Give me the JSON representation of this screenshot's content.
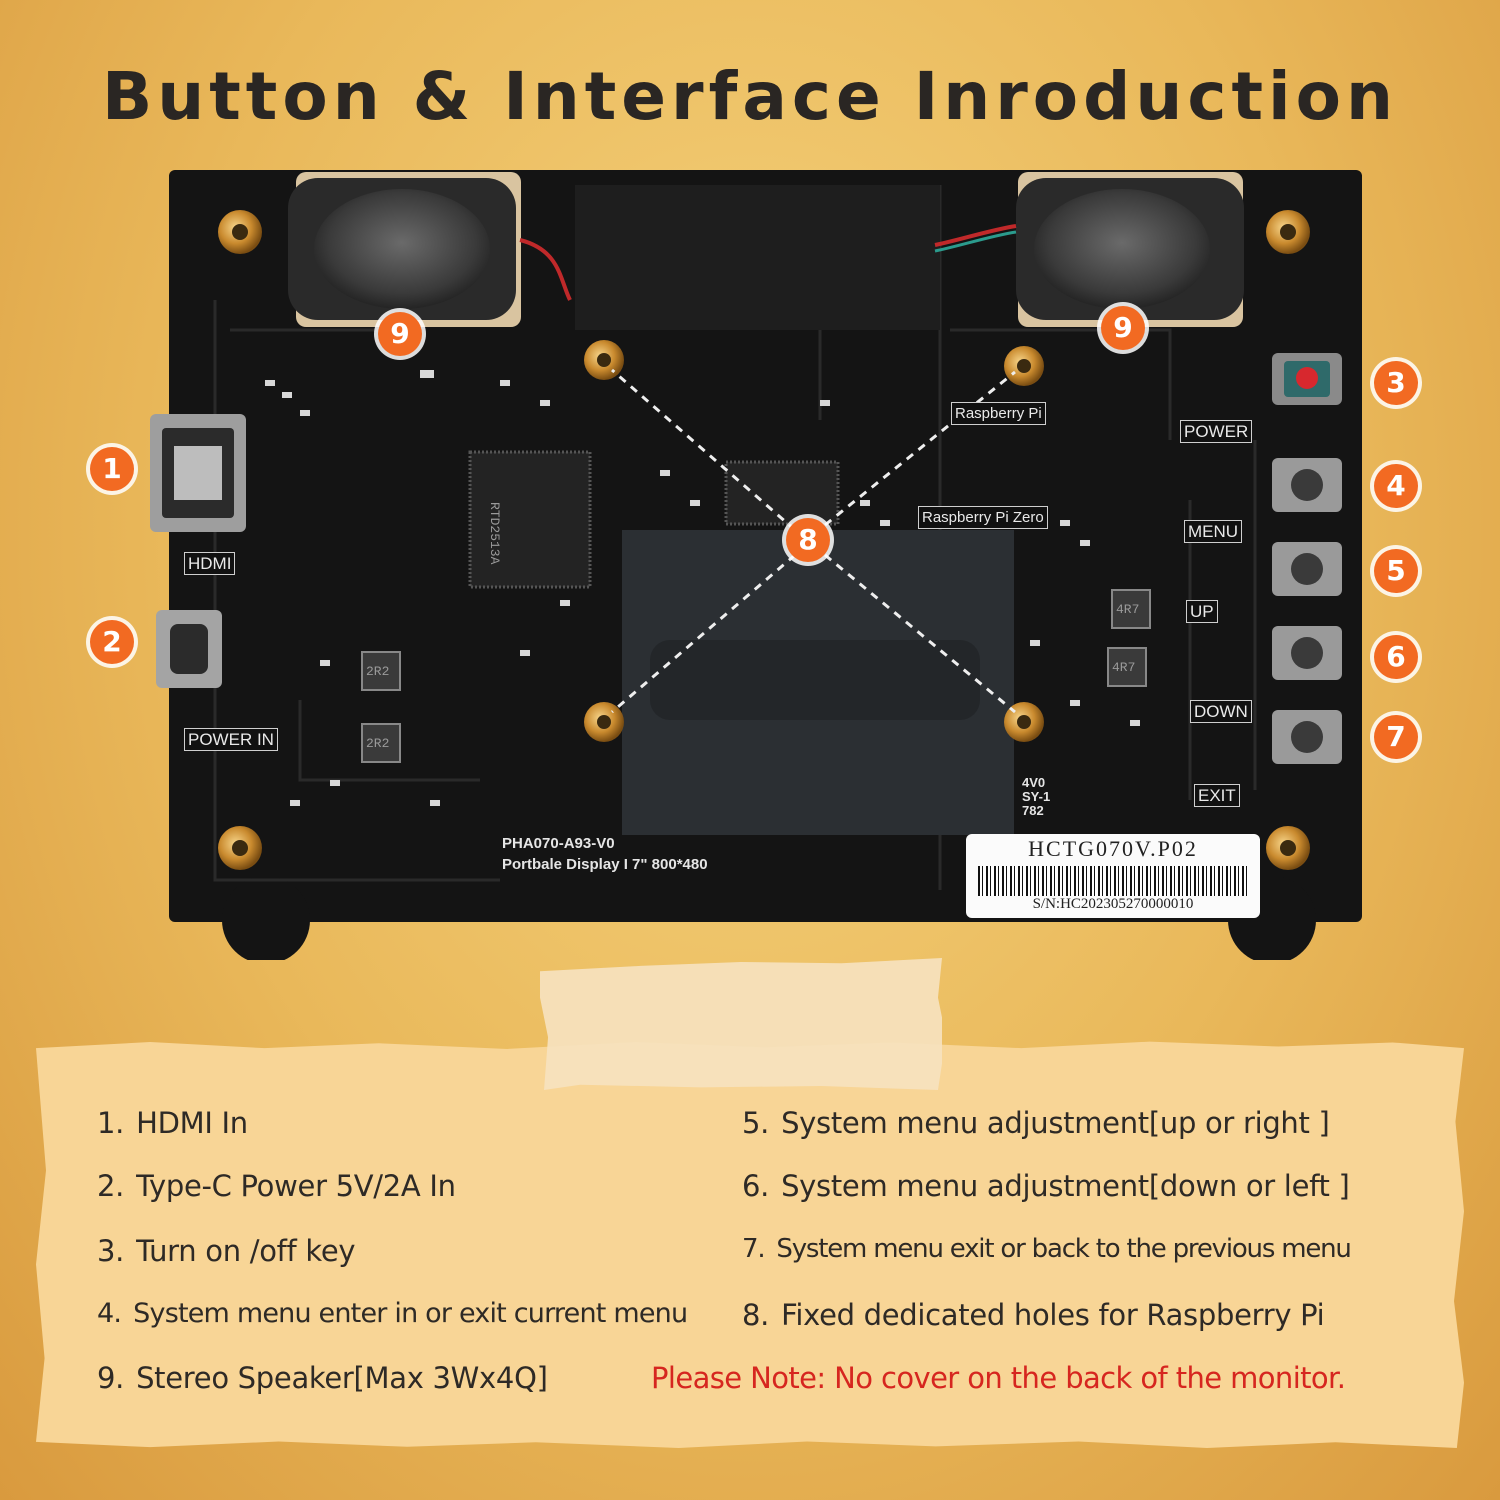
{
  "title": "Button & Interface Inroduction",
  "board": {
    "labels": {
      "hdmi": "HDMI",
      "power_in": "POWER IN",
      "power": "POWER",
      "menu": "MENU",
      "up": "UP",
      "down": "DOWN",
      "exit": "EXIT",
      "raspberry_pi": "Raspberry Pi",
      "raspberry_pi_zero": "Raspberry Pi Zero"
    },
    "silkscreen": {
      "model_line": "PHA070-A93-V0",
      "spec_line": "Portbale Display  I  7\"  800*480",
      "misc1": "4V0",
      "misc2": "SY-1",
      "misc3": "782"
    },
    "chip_label": "RTD2513A",
    "inductor_labels": [
      "2R2",
      "2R2",
      "4R7",
      "4R7"
    ],
    "sticker": {
      "model": "HCTG070V.P02",
      "serial": "S/N:HC202305270000010"
    },
    "callouts": [
      "1",
      "2",
      "3",
      "4",
      "5",
      "6",
      "7",
      "8",
      "9",
      "9"
    ]
  },
  "features": {
    "left": [
      {
        "num": "1.",
        "text": "HDMI In"
      },
      {
        "num": "2.",
        "text": "Type-C Power 5V/2A In"
      },
      {
        "num": "3.",
        "text": "Turn on /off key"
      },
      {
        "num": "4.",
        "text": "System menu enter in or exit current menu"
      },
      {
        "num": "9.",
        "text": "Stereo Speaker[Max 3Wx4Q]"
      }
    ],
    "right": [
      {
        "num": "5.",
        "text": "System menu adjustment[up or right ]"
      },
      {
        "num": "6.",
        "text": "System menu adjustment[down or left ]"
      },
      {
        "num": "7.",
        "text": "System menu exit or back to the previous menu"
      },
      {
        "num": "8.",
        "text": "Fixed dedicated holes for Raspberry Pi"
      }
    ],
    "note": "Please Note: No cover on the back of the monitor."
  },
  "colors": {
    "callout": "#f26a22",
    "note": "#d6261f",
    "board": "#141414"
  }
}
